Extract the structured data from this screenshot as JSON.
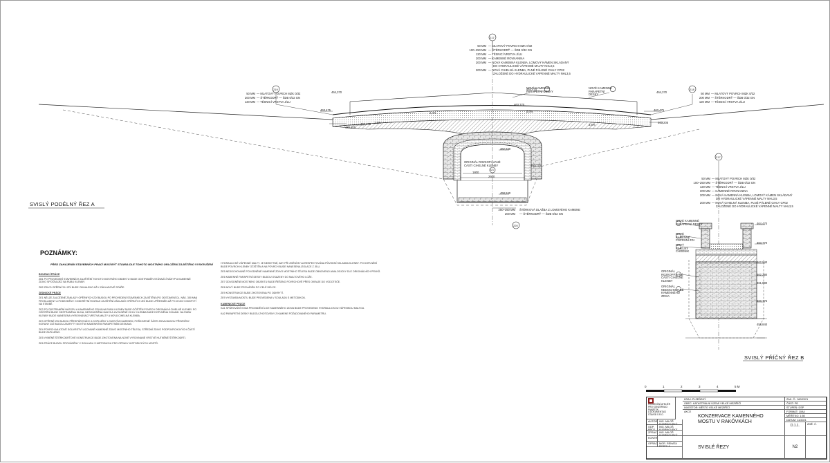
{
  "section_a": {
    "title": "SVISLÝ PODÉLNÝ ŘEZ A"
  },
  "section_b": {
    "title": "SVISLÝ PŘÍČNÝ ŘEZ B"
  },
  "markers": [
    "217",
    "219",
    "218",
    "220",
    "221",
    "217"
  ],
  "layers_top": [
    {
      "t": "50 MM",
      "d": "— MLATOVÝ POVRCH MZK 0/32"
    },
    {
      "t": "100–250 MM",
      "d": "— ŠTĚRKODRŤ — ŠDB 0/32 GN"
    },
    {
      "t": "120 MM",
      "d": "— TĚSNICÍ VRSTVA JÍLU"
    },
    {
      "t": "200 MM",
      "d": "— KAMENNÉ ROVNANINA"
    },
    {
      "t": "200 MM",
      "d": "— NOVÁ KAMENNÁ KLENBA, LOMOVÝ KÁMEN SKLÁDANÝ"
    },
    {
      "t": "",
      "d": "DO HYDRAULICKÉ VÁPENNÉ MALTY NHL3,5"
    },
    {
      "t": "200 MM",
      "d": "— NOVÁ CIHELNÁ KLENBA, PLNÉ PÁLENÉ CIHLY CP02"
    },
    {
      "t": "",
      "d": "ZALOŽENÉ DO HYDRAULICKÉ VÁPENNÉ MALTY NHL3,5"
    }
  ],
  "layers_side": [
    {
      "t": "50 MM",
      "d": "— MLATOVÝ POVRCH MZK 0/32"
    },
    {
      "t": "200 MM",
      "d": "— ŠTĚRKODRŤ — ŠDB 0/32 GN"
    },
    {
      "t": "120 MM",
      "d": "— TĚSNICÍ VRSTVA JÍLU"
    }
  ],
  "levels": {
    "l1": "464,370",
    "l2": "464,470",
    "l3": "464,370",
    "l4": "463,770",
    "l5": "463,475",
    "l6": "463,475",
    "l7": "463,205",
    "l8": "462,840",
    "l9": "460,775",
    "l10": "458,840"
  },
  "labels_a": {
    "new_parapet": "NOVÉ KAMENNÉ PARAPETNÍ DESKY",
    "original": "ORIGINÁL ROZKOPÁVANÉ ČÁSTI CIHELNÉ KLENBY",
    "base": "ŠTĚRKOVÁ DLAŽBA Z LOMOVÉHO KAMENE",
    "base2": "250–350 MM",
    "base3": "200 MM",
    "base4": "— ŠTĚRKODRŤ — ŠDB 0/32 GN",
    "dim_1800": "1800",
    "dim_2600": "2600",
    "slope1": "3,5%",
    "slope2": "2,4%",
    "slope3": "2,4%",
    "slope4": "3,5%"
  },
  "labels_b": {
    "parapet": "NOVÉ KAMENNÉ PARAPETNÍ DESKY",
    "pillar": "NOVÉ KAMENNÉ POPRSNÍ ZDI",
    "brick": "NOVÝ CIHELNÝ CHODNÍK",
    "original": "ORIGINÁL ROZKOPÁVANÉ ČÁSTI CIHELNÉ KLENBY",
    "stone": "ORIGINÁL NEDOCHOVANÉ KAMENNÉHO ZDIVA",
    "lv1": "464,470",
    "lv2": "463,770",
    "lv3": "462,940",
    "lv4": "462,280",
    "lv5": "461,890",
    "lv6": "460,775",
    "lv7": "458,840"
  },
  "notes": {
    "heading": "POZNÁMKY:",
    "subheading": "PŘED ZAHÁJENÍM STAVEBNÍCH PRACÍ MUSÍ BÝT STAVBA DLE TOHOTO MOSTNÍHO ORLOŽENÍ ZAJIŠTĚNO VYSKRUŽENÍ",
    "s1": "BOURACÍ PRÁCE",
    "s2": "ZEDNICKÉ PRÁCE",
    "s3": "KAMENICKÉ PRÁCE",
    "p1": "ZB1 PO PROVEDENÍ STAVEBNÍCH ZAJIŠTĚNÍ TOHOTO MOSTNÍHO OBJEKTU BUDE ODSTRANĚN STÁVAJÍCÍ NÁSYP A KAMENNÉ ZDIVO SPOČÍVAJÍCÍ NA RUBU KLENBY.",
    "p2": "ZB2 ZDIVO OPĚRNÝCH ZDÍ BUDE ODHALENO AŽ K ZÁKLADOVÉ SPÁŘE.",
    "p3": "ZE1 NĚLZE ZALOŽENÉ ZÁKLADY OPĚRNÝCH ZDÍ BUDOU PO PROVEDENÍ STAVEBNÍCH ZAJIŠTĚNÍ (PO ODSTAVENÍ DL. NÁK. 350 MM) PROKLADENY A PODEZDĚNY. KONKRÉTNÍ ROZSAH ZAJIŠTĚNÍ ZÁKLADŮ OPĚRNÝCH ZDÍ BUDE UPŘESNĚN AŽ PO JEJICH ODKRYTÍ NA STAVBĚ.",
    "p4": "ZE2 PO ODSTRANĚNÍ NÁSYPU A KAMENNÉHO ZDIVA NA RUBU KLENBY BUDE OČIŠTĚN POVRCH ORIGINÁLNÍ CIHELNÉ KLENBY. PO OČIŠTĚNÍ BUDE ODSTRANĚNA HLINA, NESOUDRŽNÁ MALTA A UVOLNĚNÉ CIHLY. KLENBA BUDE DOPLNĚNA CIHLAMI. NA RUBU KLENBY BUDE NANESENA VYROVNÁVACÍ VRSTVA MALTY A NOVÁ CIHELNÁ KLENBA.",
    "p5": "ZE3 OPĚRNÉ ZDI BUDOU PŘESPÁROVÁNY A DOPLNĚNY LOMOVÝM KAMENEM, POŠKOZENÉ ČÁSTI ZDIVA BUDOU PŘEZDĚNY. KORUNY ZDÍ BUDOU ZAKRYTY NOVÝMI KAMENNÝMI PARAPETNÍMI DESKAMI.",
    "p6": "ZE4 POVRCH MLATOVÉ SOUVRSTVÍ LICOVANÉ KAMENNÉ ZDIVO MOSTNÍHO TĚLESA, STŘEDNÍ ZDIVO PODPOVRCHOVÝCH ČÁSTÍ BUDE ZAPLNĚNO.",
    "p7": "ZE5 VYMĚNĚ ŠTĚRKODRŤOVÉ KONSTRUKCE BUDE ZHOTOVENA NA NOVÉ VYROVNANÉ VRSTVĚ HUTNĚNÉ ŠTĚRKODRTI.",
    "p8": "ZE6 PRÁCE BUDOU PROVÁDĚNY V SOULADU S METODIKOU PRO OPRAVY HISTORICKÝCH MOSTŮ.",
    "q1": "HYDRAULICKÉ VÁPENNÉ MALTY. JE NEZBYTNÉ, ABY PŘI ZDĚNÍ BYLA RESPEKTOVÁNA PŮVODNÍ SKLADBA KLENBY. PO DOPLNĚNÍ BUDE POVRCH KLENBY OČIŠTĚN A NA POVRCH BUDE NANESENA IZOLACE Z JÍLU.",
    "q2": "ZE5 NEDOCHOVANÉ POVODNĚNÉ KAMENNÉ ZDIVO MOSTNÍHO TĚLESA BUDE OBNOVENO ANALOGICKY DLE ORIGINÁLNÍCH PRVKŮ.",
    "q3": "ZE6 KAMENNÉ PARAPETNÍ DESKY BUDOU OSAZENY DO MALTOVÉHO LOŽE.",
    "q4": "ZE7 ODVODNĚNÍ MOSTNÍHO OBJEKTU BUDE ŘEŠENO POVRCHOVĚ PŘES OKRAJE DO VODOTEČE.",
    "q5": "ZE8 NOVÝ BUDE PROVÁDĚN PO CELÉ DÉLCE.",
    "q6": "ZE9 KONSTRUKCE BUDE ZHOTOVENA PO ODKRYTÍ.",
    "q7": "ZE9 VYSTAVBA MOSTU BUDE PROVEDENA V SOULADU S METODIKOU.",
    "k1": "KA1 SPÁROVÁNÍ VODA PROVADĚNÍ LICE KAMENNÉHO ZDIVA BUDE PROVEDENO HYDRAULICKOU VÁPENNOU MALTOU.",
    "k2": "KA2 PARAPETNÍ DESKY BUDOU ZHOTOVENY Z KAMENE POŽADOVANÉHO PARAMETRU."
  },
  "scale": [
    "0",
    "1",
    "2",
    "3",
    "4",
    "5 M"
  ],
  "titleblock": {
    "company1": "PROJEKČNÍ ATELIÉR",
    "company2": "PRO KONZERVACI PAMÁTEK",
    "company3": "A DOKUMENTACI STAVEB S.R.O.",
    "r1a": "AUTOR",
    "r1b": "ING. MILOŠ KUBRNOVSKÝ",
    "r2a": "ODP. PROJ.",
    "r2b": "ING. MILOŠ KUBRNOVSKÝ",
    "r3a": "ZPRACOVAL",
    "r3b": "ING. MILOŠ KUBRNOVSKÝ",
    "r4a": "KONTROLA",
    "r4b": "",
    "r5a": "OPRACOVAL",
    "r5b": "MGR. RENATA ROSOLA",
    "k1": "KRAJ: PLZEŇSKÝ",
    "k2": "OBEC: KATASTRÁLNÍ ÚZEMÍ VELKÉ MEZIŘÍČÍ",
    "k3": "INVESTOR: MĚSTO VELKÉ MEZIŘÍČÍ",
    "akce": "AKCE",
    "project": "KONZERVACE KAMENNÉHO MOSTU V RAKÓVKÁCH",
    "drawing": "SVISLÉ ŘEZY",
    "z1": "ZAK. Č.: 060/2021",
    "z2": "ČÁST: PD",
    "z3": "STUPEŇ: DSP",
    "z4": "FORMÁT: 10A4",
    "z5": "MĚŘÍTKO: 1:50",
    "z6": "DATUM: 11/2021",
    "num": "D.1.1.",
    "sheet": "N2",
    "zmena": "ZMĚ. Č."
  }
}
